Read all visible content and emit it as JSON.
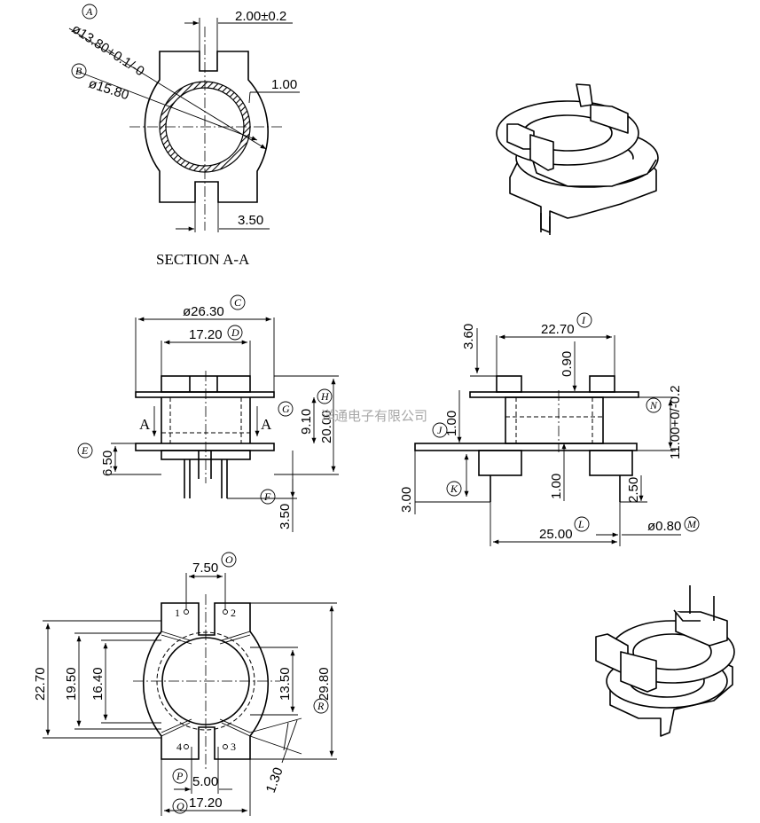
{
  "section": {
    "title": "SECTION A-A",
    "dims": {
      "slot": "2.00±0.2",
      "wall": "1.00",
      "gap": "3.50",
      "inner_d": "ø13.80+0.1/-0",
      "outer_d": "ø15.80"
    },
    "tags": {
      "a": "A",
      "b": "B"
    }
  },
  "front": {
    "dims": {
      "flange_d": "ø26.30",
      "core_d": "17.20",
      "height": "20.00",
      "g": "9.10",
      "e": "6.50",
      "f": "3.50"
    },
    "tags": {
      "c": "C",
      "d": "D",
      "e": "E",
      "f": "F",
      "g": "G",
      "h": "H"
    },
    "cut_marks": {
      "left": "A",
      "right": "A"
    }
  },
  "side": {
    "dims": {
      "width": "22.70",
      "top": "3.60",
      "lip": "0.90",
      "j": "1.00",
      "n": "11.00+0/-0.2",
      "k": "3.00",
      "pin_len": "1.00",
      "pin_gap": "2.50",
      "pitch": "25.00",
      "pin_d": "ø0.80"
    },
    "tags": {
      "i": "I",
      "j": "J",
      "k": "K",
      "l": "L",
      "m": "M",
      "n": "N"
    }
  },
  "bottom": {
    "dims": {
      "o": "7.50",
      "h1": "22.70",
      "h2": "19.50",
      "h3": "16.40",
      "h4": "13.50",
      "r": "29.80",
      "p": "5.00",
      "q": "17.20",
      "slant": "1.30"
    },
    "tags": {
      "o": "O",
      "p": "P",
      "q": "Q",
      "r": "R"
    },
    "pins": [
      "1",
      "2",
      "3",
      "4"
    ]
  },
  "watermark": "洋通电子有限公司"
}
